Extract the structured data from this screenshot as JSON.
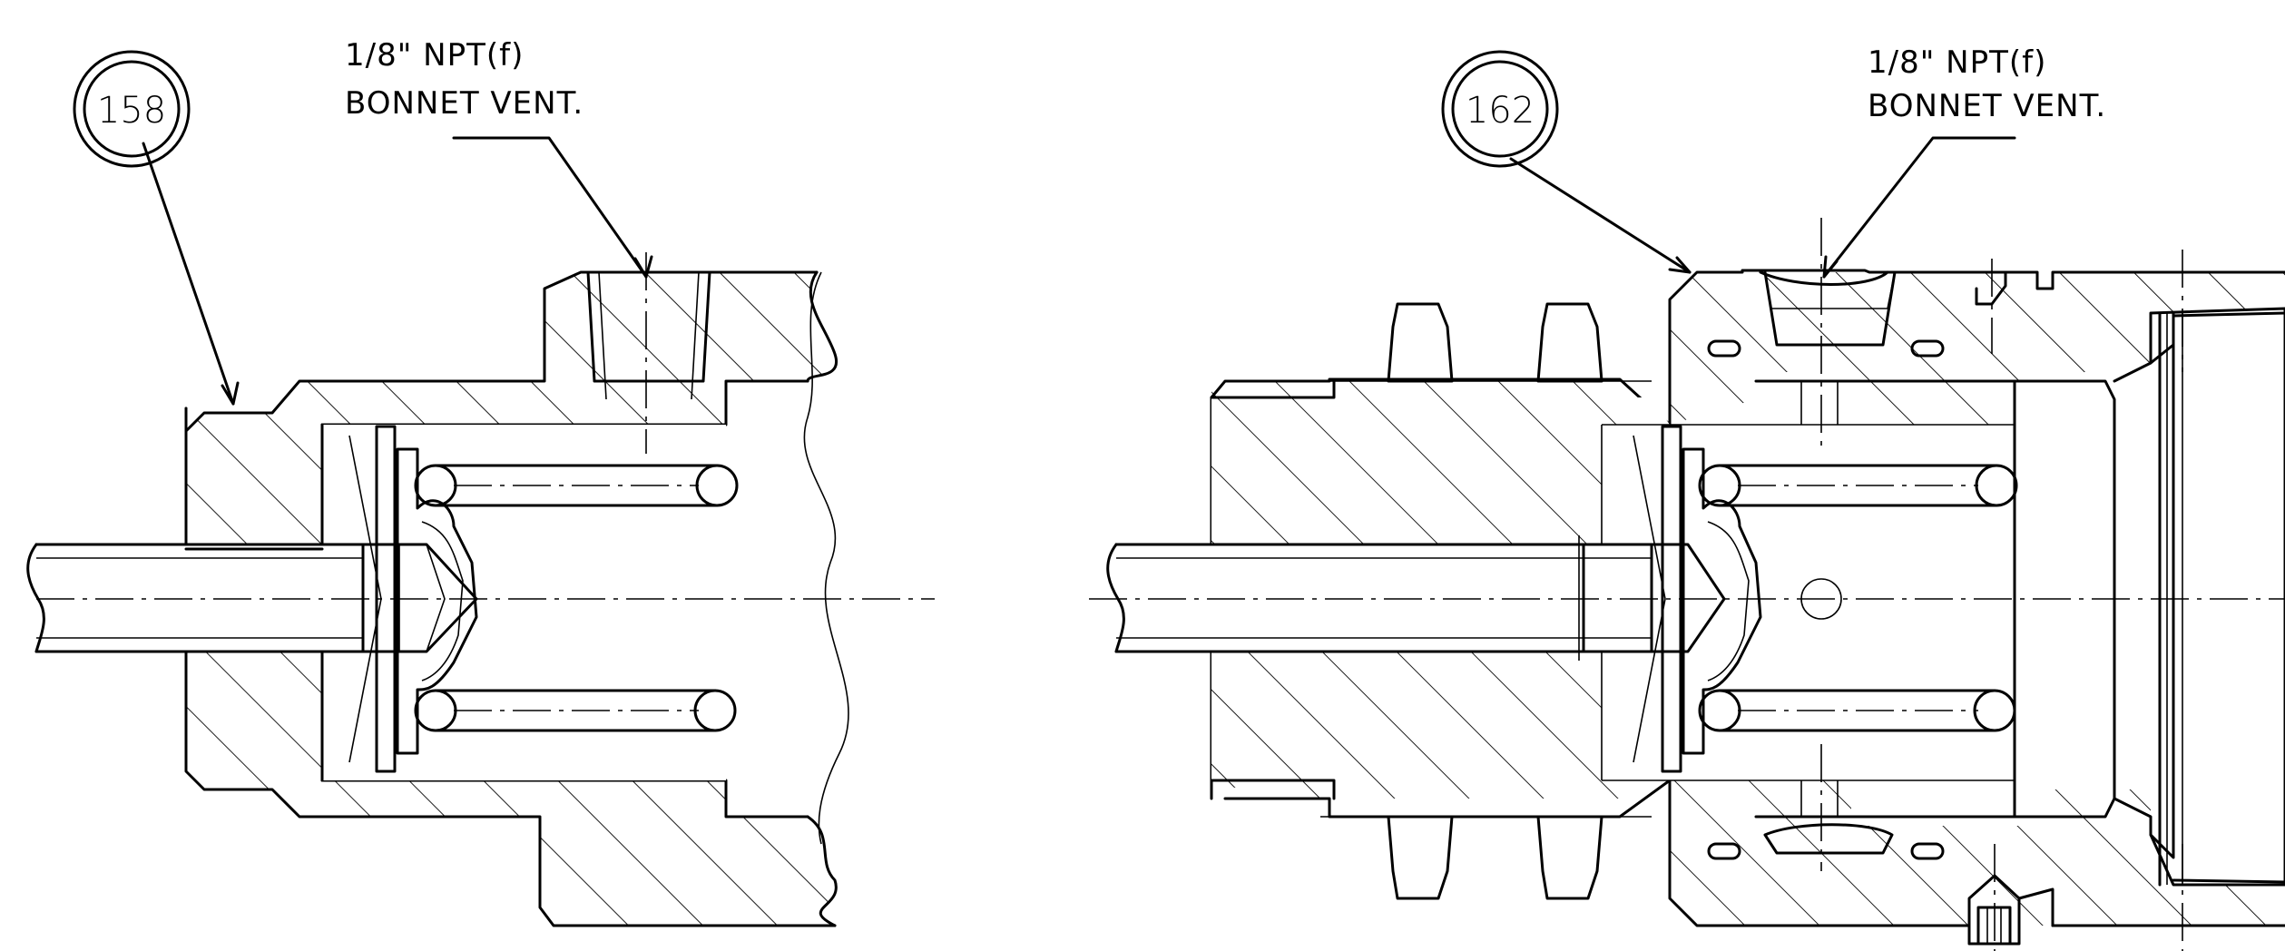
{
  "left_view": {
    "balloon": "158",
    "note_line1": "1/8\" NPT(f)",
    "note_line2": "BONNET VENT."
  },
  "right_view": {
    "balloon": "162",
    "note_line1": "1/8\" NPT(f)",
    "note_line2": "BONNET VENT."
  }
}
